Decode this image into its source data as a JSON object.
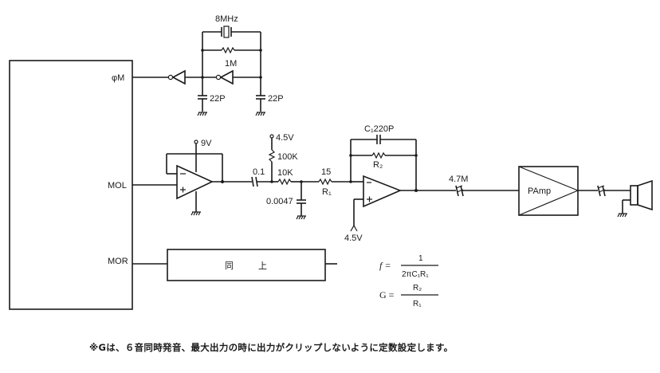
{
  "main_ic": {
    "pins": {
      "phi_m": "φM",
      "mol": "MOL",
      "mor": "MOR"
    }
  },
  "oscillator": {
    "crystal_label": "8MHz",
    "feedback_resistor_label": "1M",
    "cap_left_label": "22P",
    "cap_right_label": "22P"
  },
  "buffer_stage": {
    "supply_label": "9V"
  },
  "filter_stage": {
    "coupling_cap_label": "0.1",
    "bias_supply_label": "4.5V",
    "bias_resistor_label": "100K",
    "series_resistor_label": "10K",
    "shunt_cap_label": "0.0047"
  },
  "gain_stage": {
    "r1_value": "15",
    "r1_name": "R₁",
    "c1_label": "C₁220P",
    "r2_name": "R₂",
    "ref_supply_label": "4.5V",
    "output_cap_label": "4.7M"
  },
  "power_amp": {
    "label": "PAmp"
  },
  "mor_block": {
    "label_left": "同",
    "label_right": "上"
  },
  "formulas": {
    "f_lhs": "f =",
    "f_num": "1",
    "f_den": "2πC₁R₁",
    "g_lhs": "G =",
    "g_num": "R₂",
    "g_den": "R₁"
  },
  "footnote": "※Gは、６音同時発音、最大出力の時に出力がクリップしないように定数設定します。"
}
